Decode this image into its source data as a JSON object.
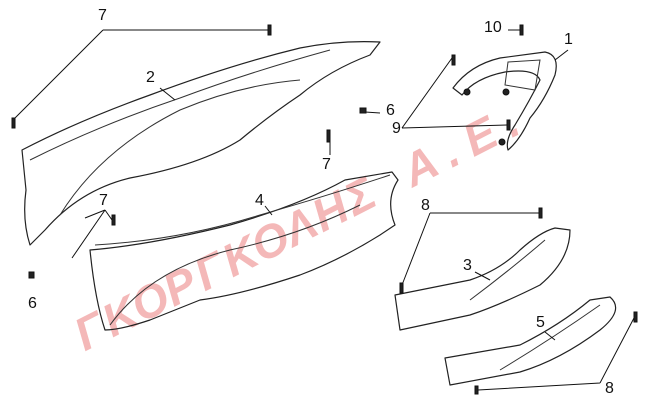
{
  "diagram": {
    "watermark": "ΓΚΟΡΓΚΟΛΗΣ Α.Ε.",
    "callouts": [
      {
        "id": "7a",
        "text": "7"
      },
      {
        "id": "10",
        "text": "10"
      },
      {
        "id": "1",
        "text": "1"
      },
      {
        "id": "2",
        "text": "2"
      },
      {
        "id": "6a",
        "text": "6"
      },
      {
        "id": "9",
        "text": "9"
      },
      {
        "id": "7b",
        "text": "7"
      },
      {
        "id": "7c",
        "text": "7"
      },
      {
        "id": "4",
        "text": "4"
      },
      {
        "id": "8a",
        "text": "8"
      },
      {
        "id": "3",
        "text": "3"
      },
      {
        "id": "5",
        "text": "5"
      },
      {
        "id": "6b",
        "text": "6"
      },
      {
        "id": "8b",
        "text": "8"
      }
    ]
  }
}
